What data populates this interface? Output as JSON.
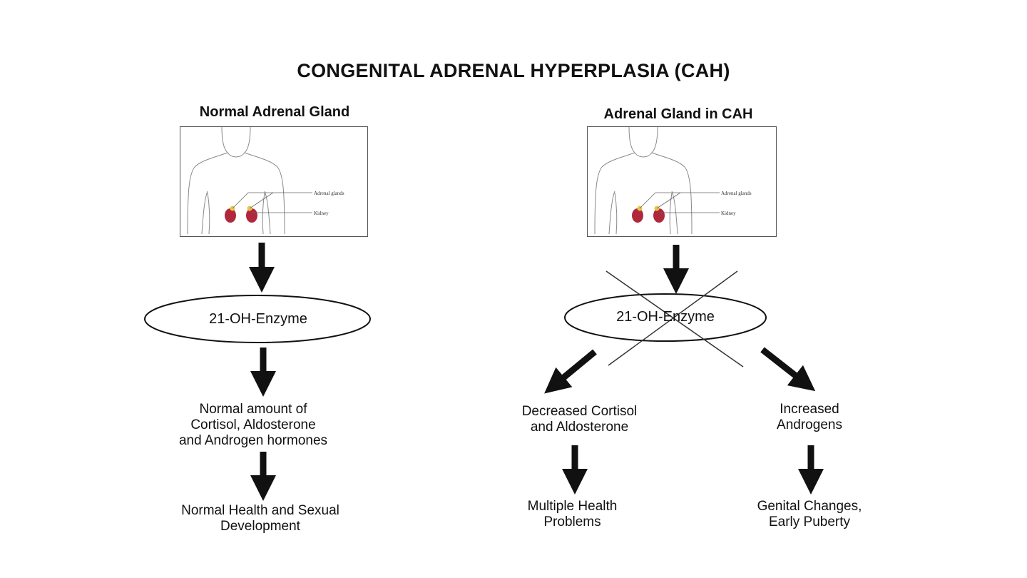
{
  "title": "CONGENITAL ADRENAL HYPERPLASIA (CAH)",
  "left": {
    "heading": "Normal Adrenal Gland",
    "figure": {
      "label_glands": "Adrenal glands",
      "label_kidney": "Kidney"
    },
    "enzyme": "21-OH-Enzyme",
    "result": [
      "Normal amount of",
      "Cortisol, Aldosterone",
      "and Androgen hormones"
    ],
    "outcome": [
      "Normal Health and Sexual",
      "Development"
    ]
  },
  "right": {
    "heading": "Adrenal Gland in CAH",
    "figure": {
      "label_glands": "Adrenal glands",
      "label_kidney": "Kidney"
    },
    "enzyme": "21-OH-Enzyme",
    "branch_a": {
      "result": [
        "Decreased Cortisol",
        "and Aldosterone"
      ],
      "outcome": [
        "Multiple Health",
        "Problems"
      ]
    },
    "branch_b": {
      "result": [
        "Increased",
        "Androgens"
      ],
      "outcome": [
        "Genital Changes,",
        "Early Puberty"
      ]
    }
  },
  "colors": {
    "kidney": "#b0283c",
    "gland": "#e6c84a",
    "outline": "#888888",
    "arrow": "#111111"
  }
}
